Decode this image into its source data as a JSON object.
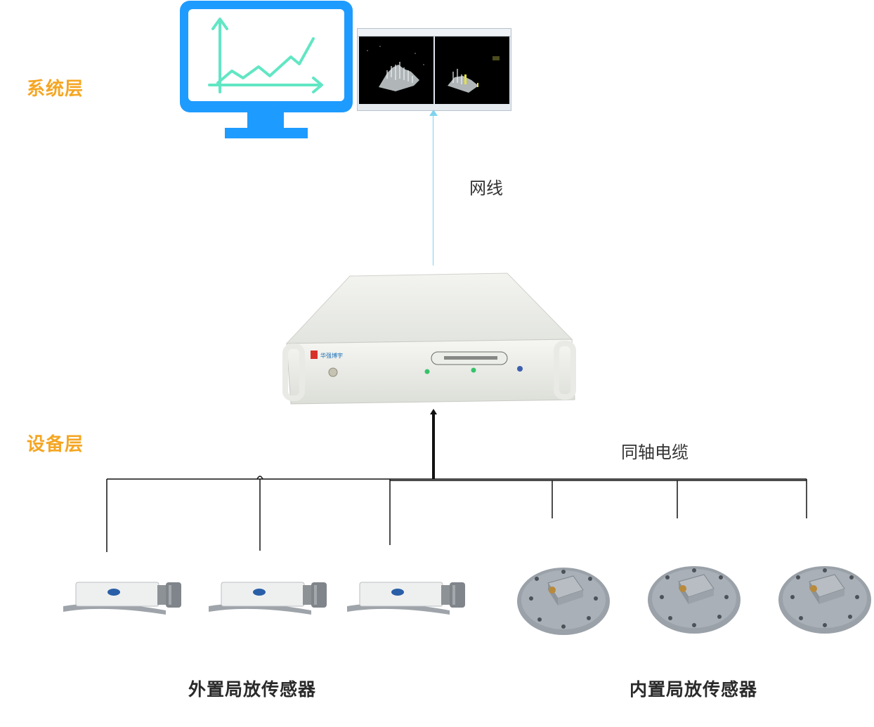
{
  "labels": {
    "system_layer": "系统层",
    "device_layer": "设备层",
    "network_cable": "网线",
    "coaxial_cable": "同轴电缆",
    "external_sensors": "外置局放传感器",
    "internal_sensors": "内置局放传感器"
  },
  "device": {
    "brand": "华强博宇"
  },
  "colors": {
    "layer_label": "#f5a623",
    "monitor": "#1e9bff",
    "chart_line": "#62e6c4",
    "network_line": "#7fd3ee",
    "cable": "#111111"
  },
  "icons": {
    "monitor": "monitor-icon",
    "chart": "line-chart-icon"
  }
}
